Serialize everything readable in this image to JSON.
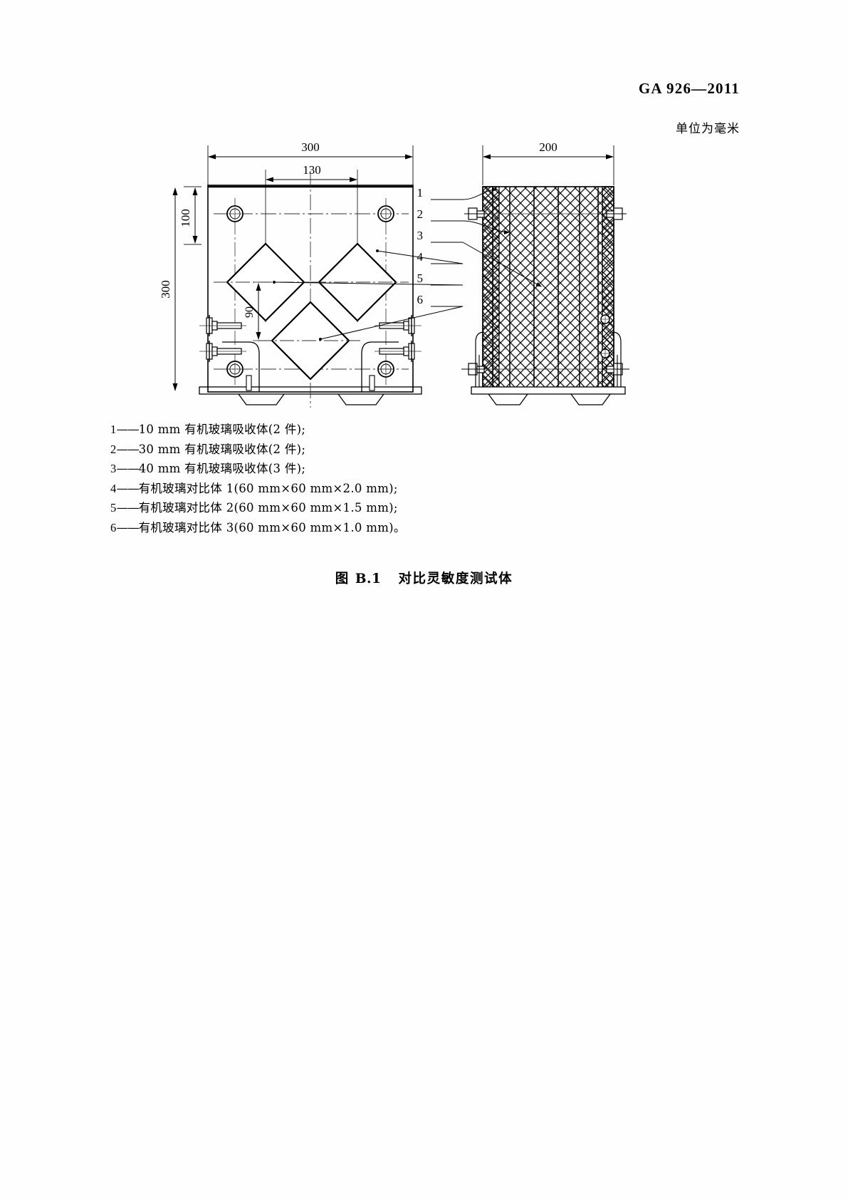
{
  "header": {
    "standard_number": "GA 926—2011",
    "unit_note": "单位为毫米"
  },
  "drawing": {
    "front_view": {
      "dimensions": {
        "width_overall": "300",
        "hole_spacing": "130",
        "top_to_hole": "100",
        "height_overall": "300",
        "diamond_size": "90"
      }
    },
    "side_view": {
      "dimensions": {
        "depth_overall": "200"
      }
    },
    "leaders": [
      "1",
      "2",
      "3",
      "4",
      "5",
      "6"
    ]
  },
  "legend": {
    "items": [
      {
        "key": "1",
        "dash": "——",
        "text": "10 mm 有机玻璃吸收体(2 件);"
      },
      {
        "key": "2",
        "dash": "——",
        "text": "30 mm 有机玻璃吸收体(2 件);"
      },
      {
        "key": "3",
        "dash": "——",
        "text": "40 mm 有机玻璃吸收体(3 件);"
      },
      {
        "key": "4",
        "dash": "——",
        "text": "有机玻璃对比体 1(60 mm×60 mm×2.0 mm);"
      },
      {
        "key": "5",
        "dash": "——",
        "text": "有机玻璃对比体 2(60 mm×60 mm×1.5 mm);"
      },
      {
        "key": "6",
        "dash": "——",
        "text": "有机玻璃对比体 3(60 mm×60 mm×1.0 mm)。"
      }
    ]
  },
  "caption": {
    "label": "图",
    "number": "B.1",
    "title": "对比灵敏度测试体"
  },
  "colors": {
    "ink": "#000000",
    "thin_line": "#3a3a3a",
    "page": "#fefefe"
  }
}
